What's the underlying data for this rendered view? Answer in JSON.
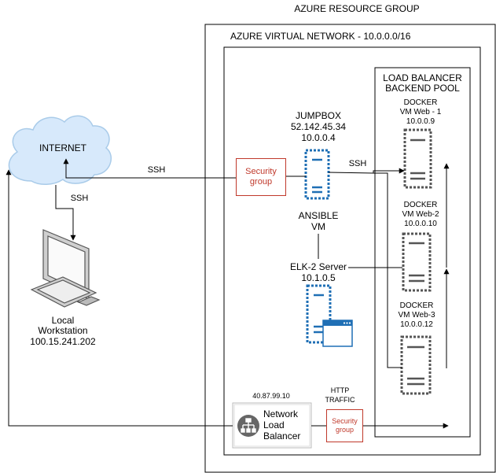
{
  "resource_group": {
    "title": "AZURE RESOURCE GROUP"
  },
  "vnet": {
    "title": "AZURE VIRTUAL NETWORK - 10.0.0.0/16"
  },
  "backend_pool": {
    "line1": "LOAD BALANCER",
    "line2": "BACKEND POOL"
  },
  "internet": {
    "label": "INTERNET"
  },
  "workstation": {
    "line1": "Local",
    "line2": "Workstation",
    "line3": "100.15.241.202"
  },
  "jumpbox": {
    "line1": "JUMPBOX",
    "line2": "52.142.45.34",
    "line3": "10.0.0.4"
  },
  "ansible": {
    "line1": "ANSIBLE",
    "line2": "VM"
  },
  "elk": {
    "line1": "ELK-2 Server",
    "line2": "10.1.0.5"
  },
  "security_group_top": {
    "line1": "Security",
    "line2": "group"
  },
  "security_group_bottom": {
    "line1": "Security",
    "line2": "group"
  },
  "load_balancer": {
    "ip": "40.87.99.10",
    "line1": "Network",
    "line2": "Load",
    "line3": "Balancer"
  },
  "http": {
    "line1": "HTTP",
    "line2": "TRAFFIC"
  },
  "edges": {
    "ssh_internet_workstation": "SSH",
    "ssh_internet_security": "SSH",
    "ssh_jumpbox_pool": "SSH"
  },
  "web1": {
    "line1": "DOCKER",
    "line2": "VM  Web - 1",
    "line3": "10.0.0.9"
  },
  "web2": {
    "line1": "DOCKER",
    "line2": "VM Web-2",
    "line3": "10.0.0.10"
  },
  "web3": {
    "line1": "DOCKER",
    "line2": "VM Web-3",
    "line3": "10.0.0.12"
  },
  "colors": {
    "vm_blue": "#1f6fb5",
    "security_red": "#c0392b",
    "cloud_blue": "#d7e9fb",
    "lb_gray": "#666666"
  }
}
